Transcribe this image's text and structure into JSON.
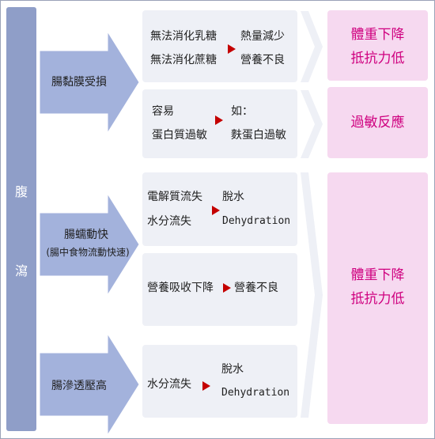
{
  "left": {
    "line1": "腹",
    "line2": "瀉"
  },
  "arrows": [
    {
      "label": "腸黏膜受損"
    },
    {
      "label1": "腸蠕動快",
      "label2": "(腸中食物流動快速)"
    },
    {
      "label": "腸滲透壓高"
    }
  ],
  "boxes": {
    "b1": {
      "l1": "無法消化乳糖",
      "l2": "無法消化蔗糖",
      "r1": "熱量減少",
      "r2": "營養不良"
    },
    "b2": {
      "l1": "容易",
      "l2": "蛋白質過敏",
      "r1": "如：",
      "r2": "麩蛋白過敏"
    },
    "b3": {
      "l1": "電解質流失",
      "l2": "水分流失",
      "r1": "脫水",
      "r2": "Dehydration"
    },
    "b4": {
      "l1": "營養吸收下降",
      "r1": "營養不良"
    },
    "b5": {
      "l1": "水分流失",
      "r1": "脫水",
      "r2": "Dehydration"
    }
  },
  "results": {
    "r1": {
      "line1": "體重下降",
      "line2": "抵抗力低"
    },
    "r2": {
      "line1": "過敏反應"
    },
    "r3": {
      "line1": "體重下降",
      "line2": "抵抗力低"
    }
  },
  "colors": {
    "left_bar": "#8f9ec8",
    "arrow_fill": "#a3b2dc",
    "box_fill": "#eef0f6",
    "result_fill": "#f6d9f0",
    "result_text": "#cf007f",
    "pointer": "#c40000"
  }
}
